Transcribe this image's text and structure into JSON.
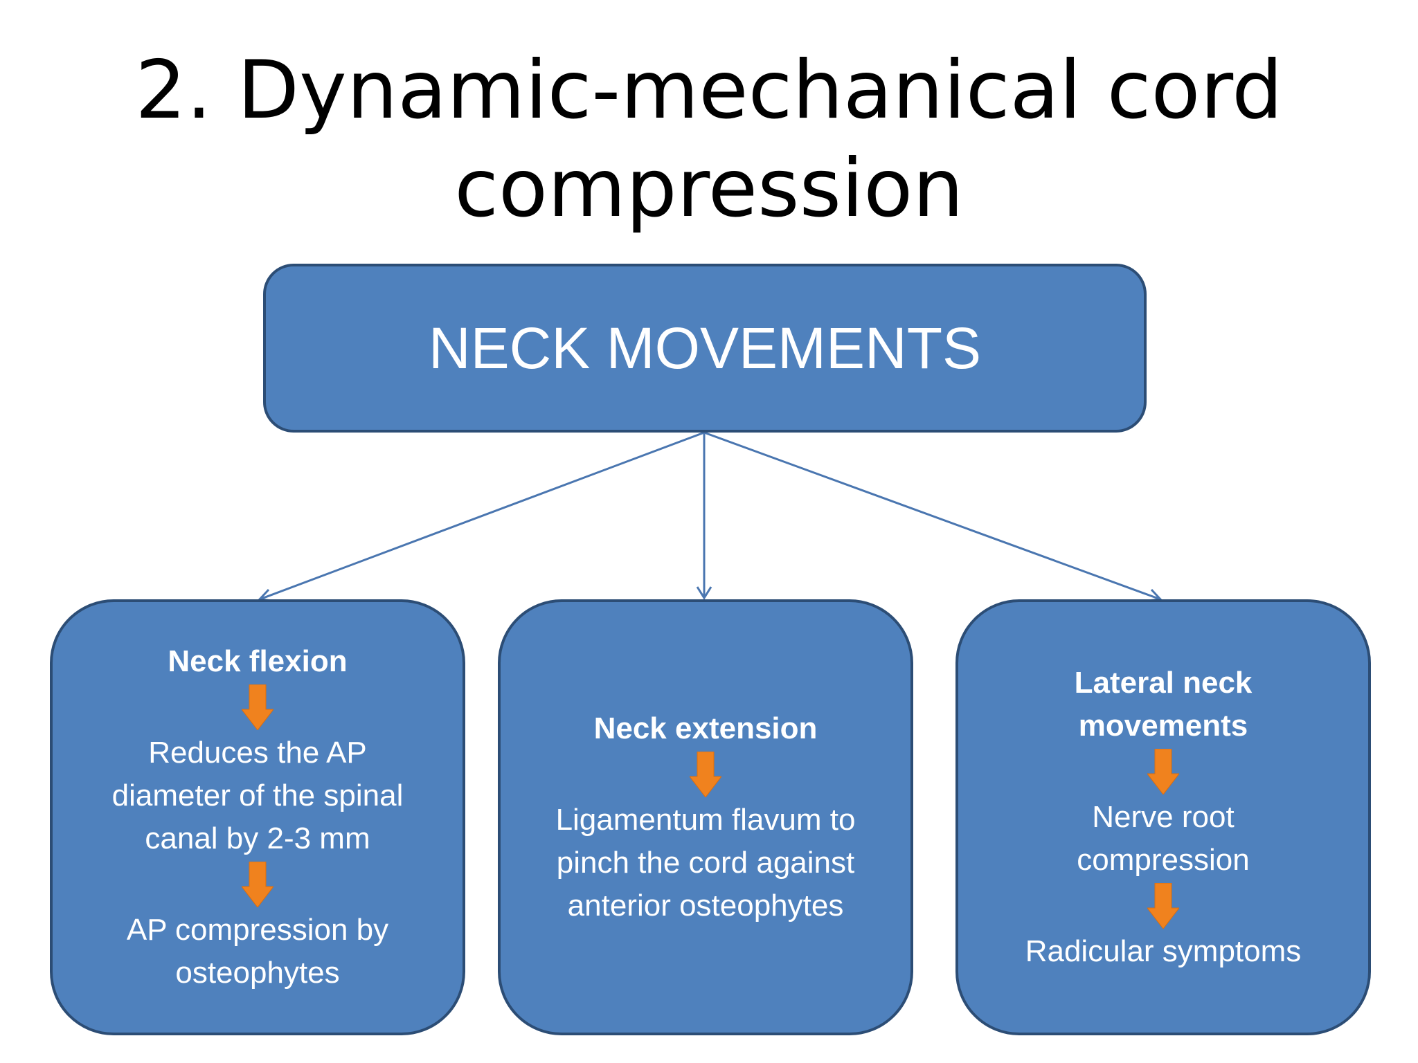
{
  "title": {
    "line1": "2. Dynamic-mechanical cord",
    "line2": "compression"
  },
  "top": {
    "label": "NECK MOVEMENTS"
  },
  "boxes": [
    {
      "head": [
        "Neck flexion"
      ],
      "steps": [
        [
          "Reduces the AP",
          "diameter of the spinal",
          "canal by 2-3 mm"
        ],
        [
          "AP compression by",
          "osteophytes"
        ]
      ]
    },
    {
      "head": [
        "Neck extension"
      ],
      "steps": [
        [
          "Ligamentum flavum to",
          "pinch the cord against",
          "anterior osteophytes"
        ]
      ]
    },
    {
      "head": [
        "Lateral neck",
        "movements"
      ],
      "steps": [
        [
          "Nerve root",
          "compression"
        ],
        [
          "Radicular symptoms"
        ]
      ]
    }
  ],
  "colors": {
    "box_fill": "#4f81bd",
    "box_border": "#2c4d75",
    "connector": "#4a76b0",
    "arrow": "#f0821e"
  },
  "icons": {
    "step_arrow": "down-arrow-icon"
  }
}
